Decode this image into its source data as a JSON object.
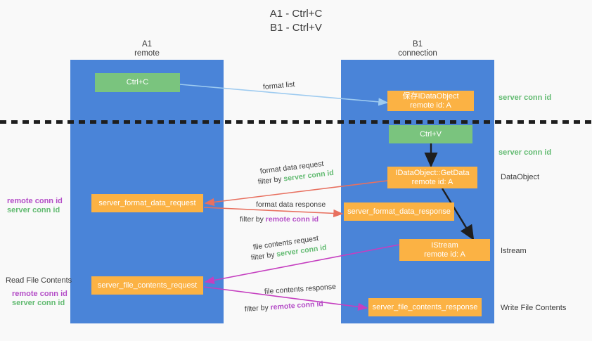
{
  "title": {
    "line1": "A1 - Ctrl+C",
    "line2": "B1 - Ctrl+V"
  },
  "colors": {
    "column": "#4a84d8",
    "green_box": "#7ac47e",
    "orange_box": "#fbb244",
    "green_text": "#63bb72",
    "purple_text": "#b44dc7",
    "arrow_lightblue": "#9ecbf0",
    "arrow_red": "#e8705f",
    "arrow_magenta": "#c53fc0",
    "arrow_black": "#1e1e1e",
    "background": "#f9f9f9"
  },
  "columns": [
    {
      "name": "A1",
      "sub": "remote"
    },
    {
      "name": "B1",
      "sub": "connection"
    }
  ],
  "boxes": {
    "ctrl_c": {
      "line1": "Ctrl+C",
      "line2": ""
    },
    "save_dataobject": {
      "line1": "保存IDataObject",
      "line2": "remote id: A"
    },
    "ctrl_v": {
      "line1": "Ctrl+V",
      "line2": ""
    },
    "getdata": {
      "line1": "IDataObject::GetData",
      "line2": "remote id: A"
    },
    "server_format_data_request": {
      "line1": "server_format_data_request",
      "line2": ""
    },
    "server_format_data_response": {
      "line1": "server_format_data_response",
      "line2": ""
    },
    "istream": {
      "line1": "IStream",
      "line2": "remote id: A"
    },
    "server_file_contents_request": {
      "line1": "server_file_contents_request",
      "line2": ""
    },
    "server_file_contents_response": {
      "line1": "server_file_contents_response",
      "line2": ""
    }
  },
  "right_labels": {
    "server_conn_id_1": "server conn id",
    "server_conn_id_2": "server conn id",
    "dataobject": "DataObject",
    "istream": "Istream",
    "write_file_contents": "Write File Contents"
  },
  "left_labels": {
    "remote_conn_id_1": "remote conn id",
    "server_conn_id_1": "server conn id",
    "read_file_contents": "Read File Contents",
    "remote_conn_id_2": "remote conn id",
    "server_conn_id_2": "server conn id"
  },
  "arrow_labels": {
    "format_list": "format list",
    "format_data_request": "format data request",
    "format_data_request_filter_prefix": "filter by ",
    "format_data_request_filter_value": "server conn id",
    "format_data_response": "format data response",
    "format_data_response_filter_prefix": "filter by ",
    "format_data_response_filter_value": "remote conn id",
    "file_contents_request": "file contents request",
    "file_contents_request_filter_prefix": "filter by ",
    "file_contents_request_filter_value": "server conn id",
    "file_contents_response": "file contents response",
    "file_contents_response_filter_prefix": "filter by ",
    "file_contents_response_filter_value": "remote conn id"
  }
}
